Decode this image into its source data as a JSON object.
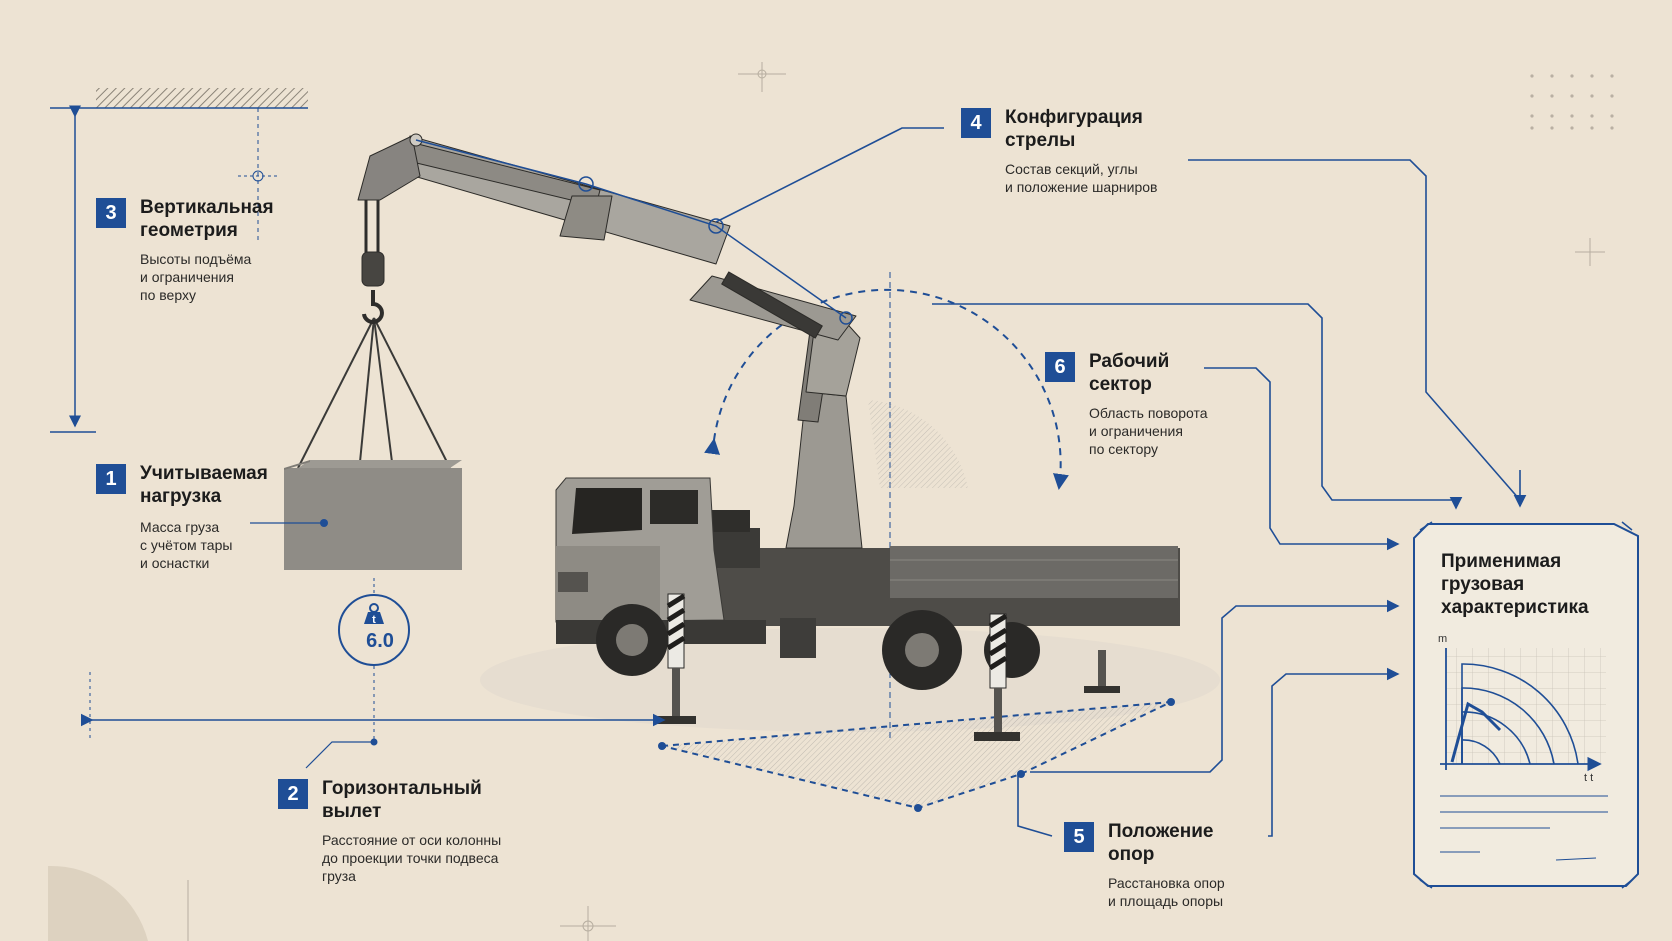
{
  "callouts": [
    {
      "num": "1",
      "title": [
        "Учитываемая",
        "нагрузка"
      ],
      "desc": [
        "Масса груза",
        "с учётом тары",
        "и оснастки"
      ]
    },
    {
      "num": "2",
      "title": [
        "Горизонтальный",
        "вылет"
      ],
      "desc": [
        "Расстояние от оси колонны",
        "до проекции точки подвеса",
        "груза"
      ]
    },
    {
      "num": "3",
      "title": [
        "Вертикальная",
        "геометрия"
      ],
      "desc": [
        "Высоты подъёма",
        "и ограничения",
        "по верху"
      ]
    },
    {
      "num": "4",
      "title": [
        "Конфигурация",
        "стрелы"
      ],
      "desc": [
        "Состав секций, углы",
        "и положение шарниров"
      ]
    },
    {
      "num": "5",
      "title": [
        "Положение",
        "опор"
      ],
      "desc": [
        "Расстановка опор",
        "и площадь опоры"
      ]
    },
    {
      "num": "6",
      "title": [
        "Рабочий",
        "сектор"
      ],
      "desc": [
        "Область поворота",
        "и ограничения",
        "по сектору"
      ]
    }
  ],
  "weight_badge": {
    "value": "6.0",
    "unit": "t"
  },
  "chart_panel": {
    "title": [
      "Применимая",
      "грузовая",
      "характеристика"
    ],
    "y_axis_label": "m",
    "x_axis_label": "t t"
  },
  "colors": {
    "background": "#ede3d3",
    "accent": "#1f4e96",
    "ink": "#1c1c1c",
    "machine": "#55534f"
  }
}
